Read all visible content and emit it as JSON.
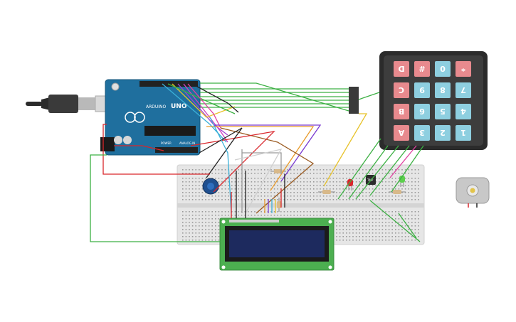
{
  "arduino": {
    "brand": "ARDUINO",
    "model": "UNO",
    "power_label": "POWER",
    "analog_label": "ANALOG IN"
  },
  "keypad": {
    "rows": [
      [
        "1",
        "2",
        "3",
        "A"
      ],
      [
        "4",
        "5",
        "6",
        "B"
      ],
      [
        "7",
        "8",
        "9",
        "C"
      ],
      [
        "*",
        "0",
        "#",
        "D"
      ]
    ],
    "digit_key_color": "#8ecfe0",
    "symbol_key_color": "#e88a8e"
  },
  "motor_sensor": {
    "label": "TMP"
  },
  "colors": {
    "arduino_board": "#1f6f9e",
    "breadboard": "#e6e6e6",
    "lcd_board": "#4caf50",
    "lcd_screen": "#1d2a5e",
    "wire_green": "#3cb043",
    "wire_red": "#d9262b",
    "wire_black": "#222222"
  }
}
